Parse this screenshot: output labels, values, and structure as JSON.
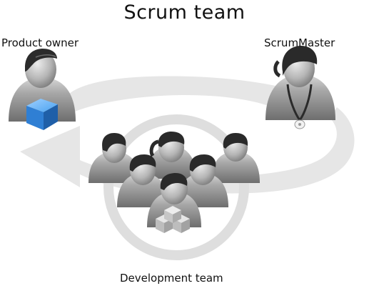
{
  "diagram": {
    "title": "Scrum team",
    "roles": {
      "product_owner": "Product owner",
      "scrum_master": "ScrumMaster",
      "development_team": "Development team"
    },
    "colors": {
      "flow_arrow": "#e3e3e3",
      "inner_ring": "#dcdcdc",
      "figure_dark": "#2a2a2a",
      "figure_body": "#8a8a8a",
      "backlog_cube": "#3d8fe0",
      "increment_blocks": "#c8c8c8"
    },
    "icons": {
      "product_owner_item": "cube-icon",
      "scrum_master_item": "whistle-icon",
      "dev_team_item": "blocks-icon"
    }
  }
}
